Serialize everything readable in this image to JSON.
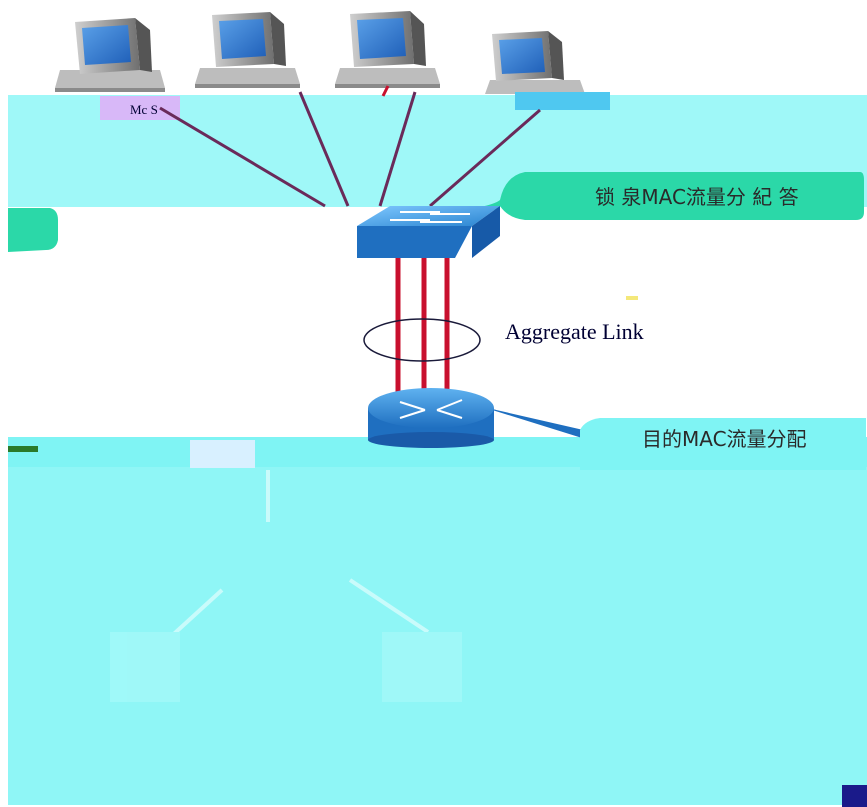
{
  "diagram": {
    "aggregate_label": "Aggregate Link",
    "callout_top_text": "锁 泉MAC流量分 紀 答",
    "callout_bottom_text": "目的MAC流量分配",
    "small_label": "Mc S"
  },
  "colors": {
    "cyan_band": "#9ff8f8",
    "bright_cyan": "#7ff4f4",
    "link_red": "#c8102e",
    "pc_line": "#6a2a5a",
    "switch_blue": "#2a8ad4",
    "router_blue": "#2b88d8",
    "callout_green": "#2bd8a8",
    "ellipse_stroke": "#1a1a3a"
  }
}
